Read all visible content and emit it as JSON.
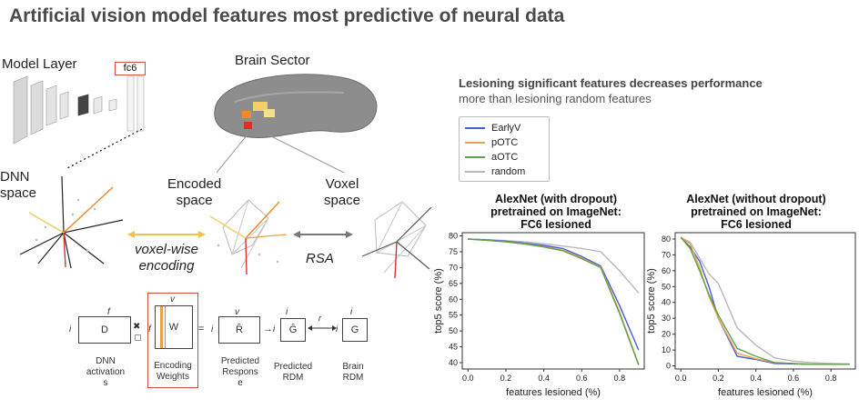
{
  "header": {
    "title": "Artificial vision model features most predictive of neural data"
  },
  "diagram": {
    "model_layer": "Model Layer",
    "fc6": "fc6",
    "brain_sector": "Brain Sector",
    "dnn_space": "DNN\nspace",
    "encoded_space": "Encoded\nspace",
    "voxel_space": "Voxel\nspace",
    "voxel_wise_encoding": "voxel-wise\nencoding",
    "rsa": "RSA",
    "eq": {
      "D": "D",
      "W": "W",
      "R": "R̂",
      "G_hat": "Ĝ",
      "G": "G",
      "i": "i",
      "f": "f",
      "v": "v",
      "r": "r",
      "times": "✖",
      "equals": "=",
      "arrow": "→"
    },
    "captions": {
      "dnn_activations": "DNN\nactivation\ns",
      "encoding_weights": "Encoding\nWeights",
      "predicted_response": "Predicted\nRespons\ne",
      "predicted_rdm": "Predicted\nRDM",
      "brain_rdm": "Brain\nRDM"
    }
  },
  "results": {
    "heading": "Lesioning significant features decreases performance",
    "subheading": "more than lesioning random features"
  },
  "colors": {
    "EarlyV": "#4a5be0",
    "pOTC": "#e8a24a",
    "aOTC": "#5fa04a",
    "random": "#b8b8b8",
    "accent": "#d84a3f"
  },
  "chart_data": [
    {
      "type": "line",
      "title": "AlexNet (with dropout)\npretrained on ImageNet:\nFC6 lesioned",
      "xlabel": "features lesioned (%)",
      "ylabel": "top5 score (%)",
      "xlim": [
        -0.03,
        0.93
      ],
      "ylim": [
        38,
        81
      ],
      "xticks": [
        0.0,
        0.2,
        0.4,
        0.6,
        0.8
      ],
      "yticks": [
        40,
        45,
        50,
        55,
        60,
        65,
        70,
        75,
        80
      ],
      "x": [
        0,
        0.1,
        0.2,
        0.3,
        0.4,
        0.5,
        0.6,
        0.7,
        0.8,
        0.9
      ],
      "legend": "top-left",
      "series": [
        {
          "name": "EarlyV",
          "values": [
            79,
            78.7,
            78.3,
            77.7,
            77,
            76,
            73.5,
            70.5,
            58,
            44
          ]
        },
        {
          "name": "pOTC",
          "values": [
            79,
            78.6,
            78.1,
            77.5,
            76.6,
            75.5,
            73,
            70.2,
            56,
            39.5
          ]
        },
        {
          "name": "aOTC",
          "values": [
            79,
            78.6,
            78.1,
            77.4,
            76.5,
            75.3,
            72.8,
            70,
            55.5,
            39.3
          ]
        },
        {
          "name": "random",
          "values": [
            79,
            78.8,
            78.5,
            78.1,
            77.5,
            76.8,
            76,
            75,
            69,
            62
          ]
        }
      ]
    },
    {
      "type": "line",
      "title": "AlexNet (without dropout)\npretrained on ImageNet:\nFC6 lesioned",
      "xlabel": "features lesioned (%)",
      "ylabel": "top5 score (%)",
      "xlim": [
        -0.03,
        0.93
      ],
      "ylim": [
        -2,
        84
      ],
      "xticks": [
        0.0,
        0.2,
        0.4,
        0.6,
        0.8
      ],
      "yticks": [
        0,
        10,
        20,
        30,
        40,
        50,
        60,
        70,
        80
      ],
      "x": [
        0,
        0.05,
        0.1,
        0.15,
        0.2,
        0.3,
        0.4,
        0.5,
        0.6,
        0.7,
        0.8,
        0.9
      ],
      "series": [
        {
          "name": "EarlyV",
          "values": [
            81,
            75,
            66,
            50,
            30,
            6,
            4,
            1.5,
            1.2,
            1,
            1,
            1
          ]
        },
        {
          "name": "pOTC",
          "values": [
            81,
            77,
            62,
            44,
            30,
            8,
            4.5,
            2,
            1.5,
            1,
            1,
            1
          ]
        },
        {
          "name": "aOTC",
          "values": [
            81,
            74,
            60,
            45,
            32,
            11,
            6,
            2,
            1.5,
            1,
            1,
            1
          ]
        },
        {
          "name": "random",
          "values": [
            81,
            78,
            68,
            58,
            52,
            24,
            13,
            5,
            3,
            2,
            1.5,
            1.2
          ]
        }
      ]
    }
  ]
}
